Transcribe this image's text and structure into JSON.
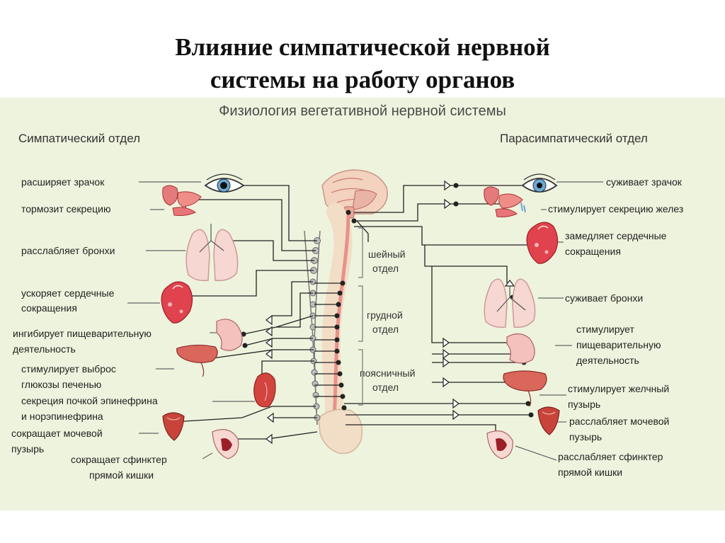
{
  "slide": {
    "title_line1": "Влияние симпатической нервной",
    "title_line2": "системы на работу органов"
  },
  "diagram": {
    "header": "Физиология вегетативной нервной системы",
    "sympathetic": {
      "title": "Симпатический отдел",
      "labels": [
        "расширяет зрачок",
        "тормозит секрецию",
        "расслабляет бронхи",
        "ускоряет сердечные",
        "сокращения",
        "ингибирует пищеварительную",
        "деятельность",
        "стимулирует выброс",
        "глюкозы печенью",
        "секреция почкой эпинефрина",
        "и норэпинефрина",
        "сокращает мочевой",
        "пузырь",
        "сокращает сфинктер",
        "прямой кишки"
      ]
    },
    "parasympathetic": {
      "title": "Парасимпатический отдел",
      "labels": [
        "суживает зрачок",
        "стимулирует секрецию желез",
        "замедляет сердечные",
        "сокращения",
        "суживает бронхи",
        "стимулирует",
        "пищеварительную",
        "деятельность",
        "стимулирует желчный",
        "пузырь",
        "расслабляет мочевой",
        "пузырь",
        "расслабляет сфинктер",
        "прямой кишки"
      ]
    },
    "spine_regions": [
      "шейный",
      "отдел",
      "грудной",
      "отдел",
      "поясничный",
      "отдел"
    ]
  }
}
